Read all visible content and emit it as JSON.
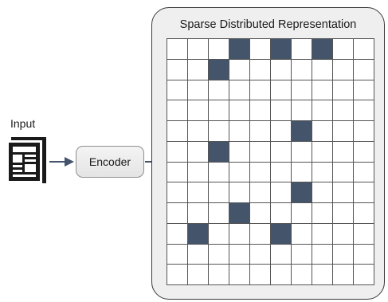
{
  "input": {
    "label": "Input",
    "icon": "document-icon"
  },
  "encoder": {
    "label": "Encoder"
  },
  "sdr": {
    "title": "Sparse Distributed Representation",
    "rows": 12,
    "cols": 10,
    "active_cells": [
      [
        0,
        3
      ],
      [
        0,
        5
      ],
      [
        0,
        7
      ],
      [
        1,
        2
      ],
      [
        4,
        6
      ],
      [
        5,
        2
      ],
      [
        7,
        6
      ],
      [
        8,
        3
      ],
      [
        9,
        1
      ],
      [
        9,
        5
      ]
    ]
  },
  "colors": {
    "active": "#44546a",
    "arrow": "#44546a",
    "panel": "#efefef"
  }
}
